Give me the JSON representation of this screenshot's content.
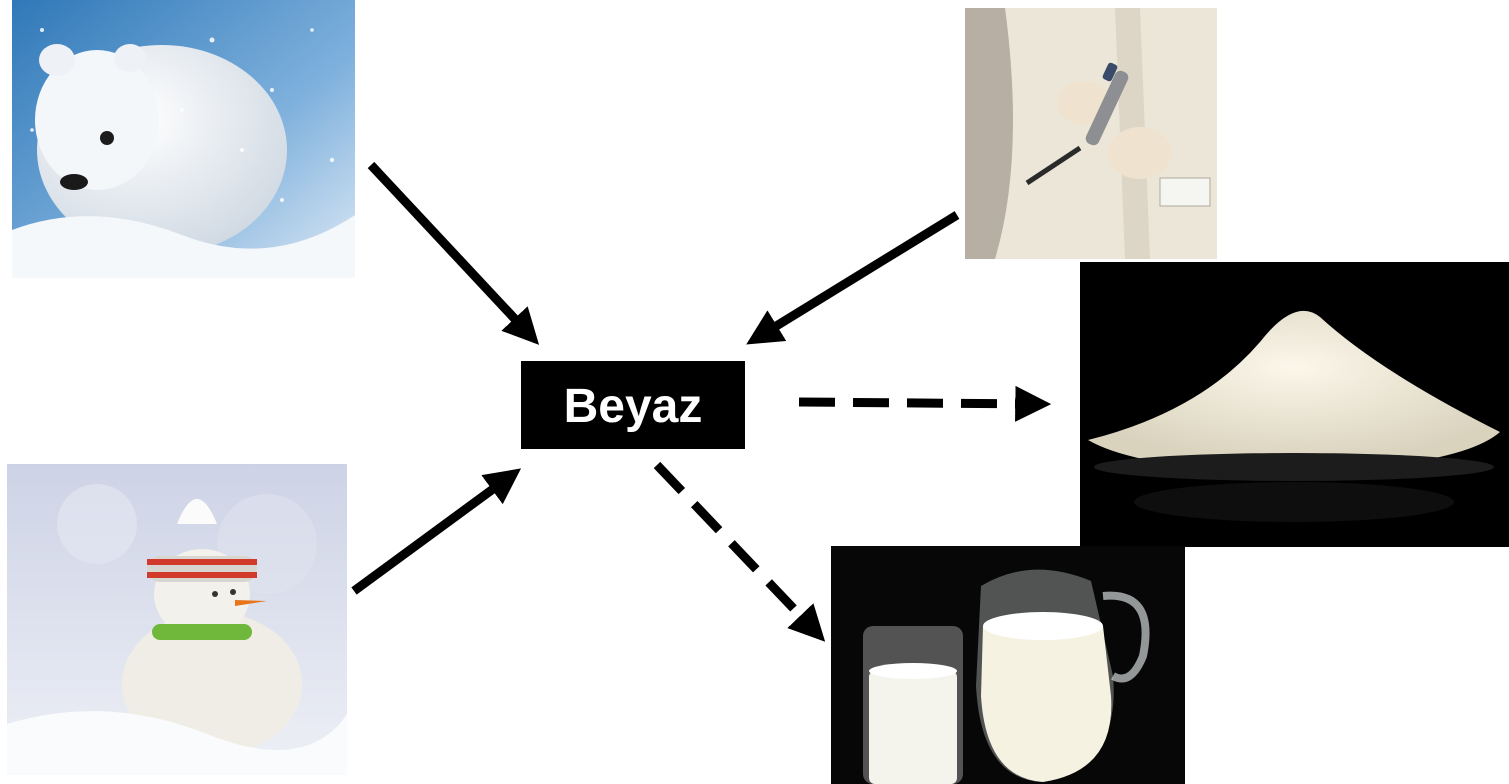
{
  "center_label": "Beyaz",
  "colors": {
    "box": "#000000",
    "box_text": "#ffffff",
    "arrow": "#000000"
  },
  "arrows": [
    {
      "from": "polar-bear-image",
      "to": "center-box",
      "style": "solid"
    },
    {
      "from": "doctor-image",
      "to": "center-box",
      "style": "solid"
    },
    {
      "from": "snowman-image",
      "to": "center-box",
      "style": "solid"
    },
    {
      "from": "center-box",
      "to": "flour-image",
      "style": "dashed"
    },
    {
      "from": "center-box",
      "to": "milk-image",
      "style": "dashed"
    }
  ]
}
